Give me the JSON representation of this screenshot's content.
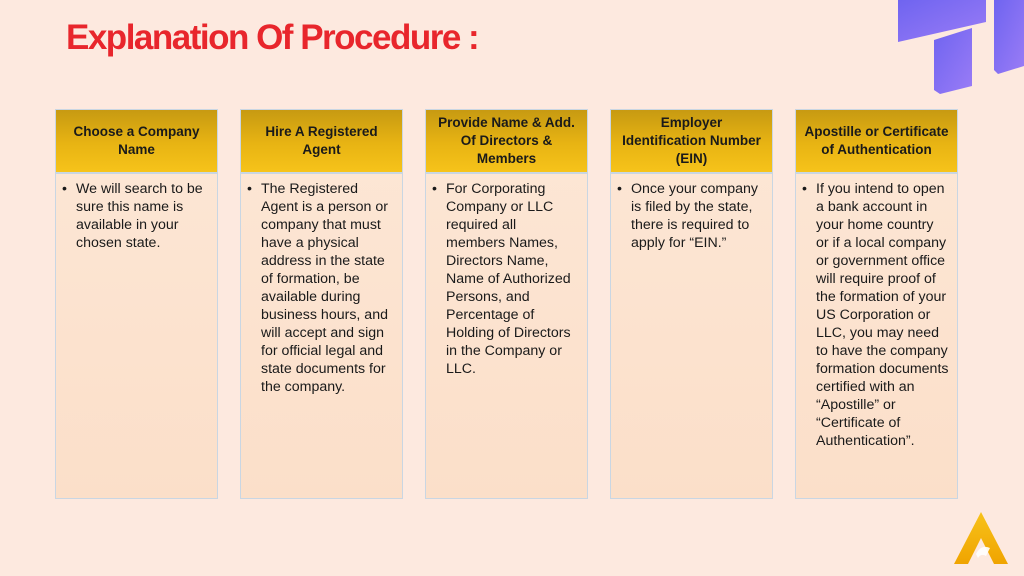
{
  "title": "Explanation Of Procedure :",
  "colors": {
    "title": "#e8262c",
    "header_gold": "#e8b413",
    "background": "#fde9df",
    "logo_top": "#6c5ce7",
    "logo_bottom": "#f5b400"
  },
  "icons": {
    "top_logo": "brand-logo-icon",
    "bottom_logo": "a-logo-icon"
  },
  "columns": [
    {
      "header": "Choose a Company Name",
      "bullet": "•",
      "body": "We will search to be sure this name is available in your chosen state."
    },
    {
      "header": "Hire A Registered Agent",
      "bullet": "•",
      "body": "The Registered Agent is a person or company that must have a physical address in the state of formation, be available during business hours, and will accept and sign for official legal and state documents for the company."
    },
    {
      "header": "Provide Name & Add. Of Directors & Members",
      "bullet": "•",
      "body": "For Corporating Company or LLC required all members Names, Directors Name, Name of Authorized Persons, and Percentage of Holding of Directors in the Company or LLC."
    },
    {
      "header": "Employer Identification Number (EIN)",
      "bullet": "•",
      "body": "Once your company is filed by the state, there is required to apply for “EIN.”"
    },
    {
      "header": "Apostille or Certificate of Authentication",
      "bullet": "•",
      "body": "If you intend to open a bank account in your home country or if a local company or government office will require proof of the formation of your US Corporation or LLC, you may need to have the company formation documents certified with an “Apostille” or “Certificate of Authentication”."
    }
  ]
}
